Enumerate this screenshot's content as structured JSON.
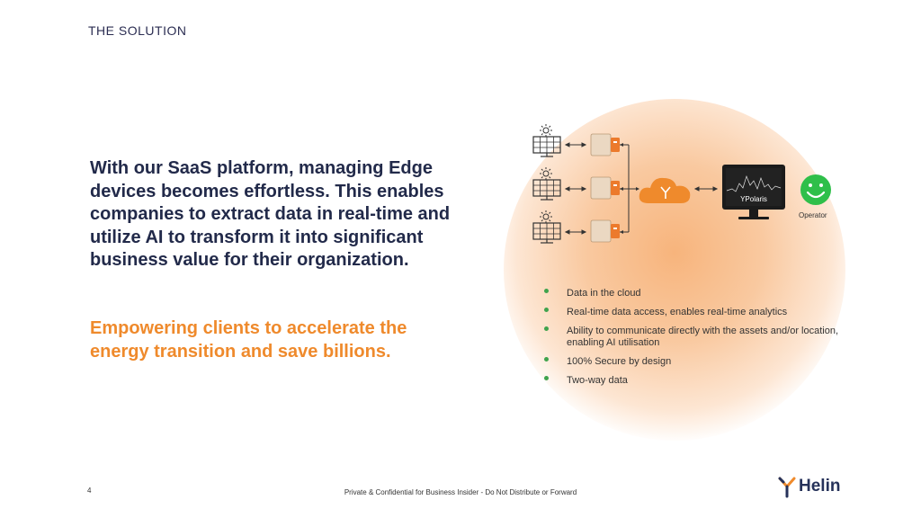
{
  "section_label": "THE SOLUTION",
  "main_text": "With our SaaS platform, managing Edge devices becomes effortless. This enables companies to extract data in real-time and utilize AI to transform it into significant business value for their organization.",
  "accent_text": "Empowering clients to accelerate the energy transition and save billions.",
  "diagram": {
    "monitor_label": "YPolaris",
    "operator_label": "Operator",
    "icons": [
      "sun-icon",
      "solar-panel-icon",
      "edge-device-icon",
      "cloud-icon",
      "monitor-icon",
      "smiley-icon"
    ]
  },
  "features": [
    "Data in the cloud",
    "Real-time data access, enables real-time analytics",
    "Ability to communicate directly with the assets and/or location, enabling AI utilisation",
    "100% Secure by design",
    "Two-way data"
  ],
  "footer": {
    "page_number": "4",
    "confidential": "Private & Confidential for Business Insider - Do Not Distribute or Forward",
    "logo_text": "Helin"
  },
  "colors": {
    "accent": "#ef8a2c",
    "heading": "#222a4a",
    "bullet": "#3fa34d",
    "operator": "#2fbf4a"
  }
}
